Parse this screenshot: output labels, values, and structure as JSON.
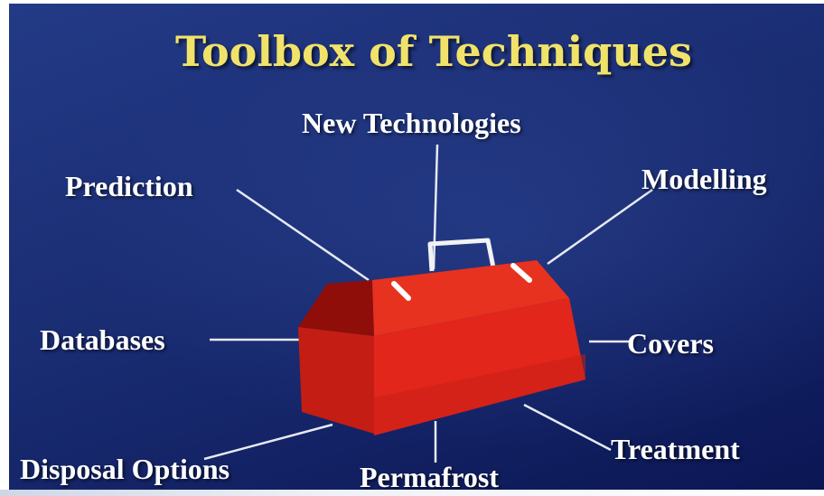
{
  "slide": {
    "title": "Toolbox of Techniques",
    "center_object": "toolbox-icon",
    "colors": {
      "background": "#1a2d73",
      "title": "#f1e36a",
      "label": "#ffffff",
      "toolbox": "#e0261c"
    },
    "labels": {
      "new_technologies": "New Technologies",
      "modelling": "Modelling",
      "prediction": "Prediction",
      "databases": "Databases",
      "covers": "Covers",
      "treatment": "Treatment",
      "disposal_options": "Disposal Options",
      "permafrost": "Permafrost"
    }
  }
}
